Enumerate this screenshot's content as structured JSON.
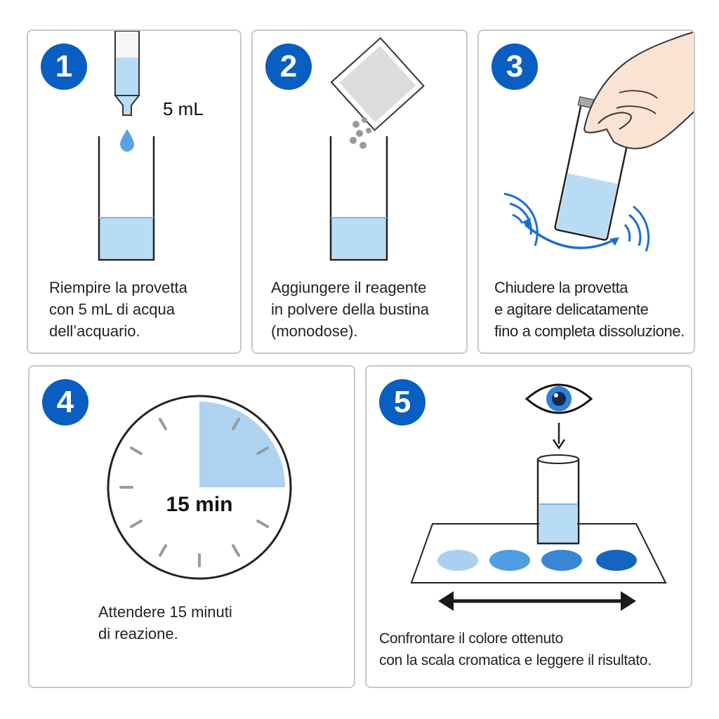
{
  "steps": [
    {
      "number": "1",
      "volume_label": "5 mL",
      "caption": [
        "Riempire la provetta",
        "con 5 mL di acqua",
        "dell’acquario."
      ]
    },
    {
      "number": "2",
      "caption": [
        "Aggiungere il reagente",
        "in polvere della bustina",
        "(monodose)."
      ]
    },
    {
      "number": "3",
      "caption": [
        "Chiudere la provetta",
        "e agitare delicatamente",
        "fino a completa dissoluzione."
      ]
    },
    {
      "number": "4",
      "timer_label": "15 min",
      "caption": [
        "Attendere 15 minuti",
        "di reazione."
      ]
    },
    {
      "number": "5",
      "color_scale": [
        "#a9d0f1",
        "#4f9ee4",
        "#3b86d4",
        "#1565c0"
      ],
      "caption": [
        "Confrontare il colore ottenuto",
        "con la scala cromatica e leggere il risultato."
      ]
    }
  ],
  "colors": {
    "badge": "#0a5ec2",
    "liquid": "#b9dcf6",
    "border": "#c9c9c9"
  }
}
